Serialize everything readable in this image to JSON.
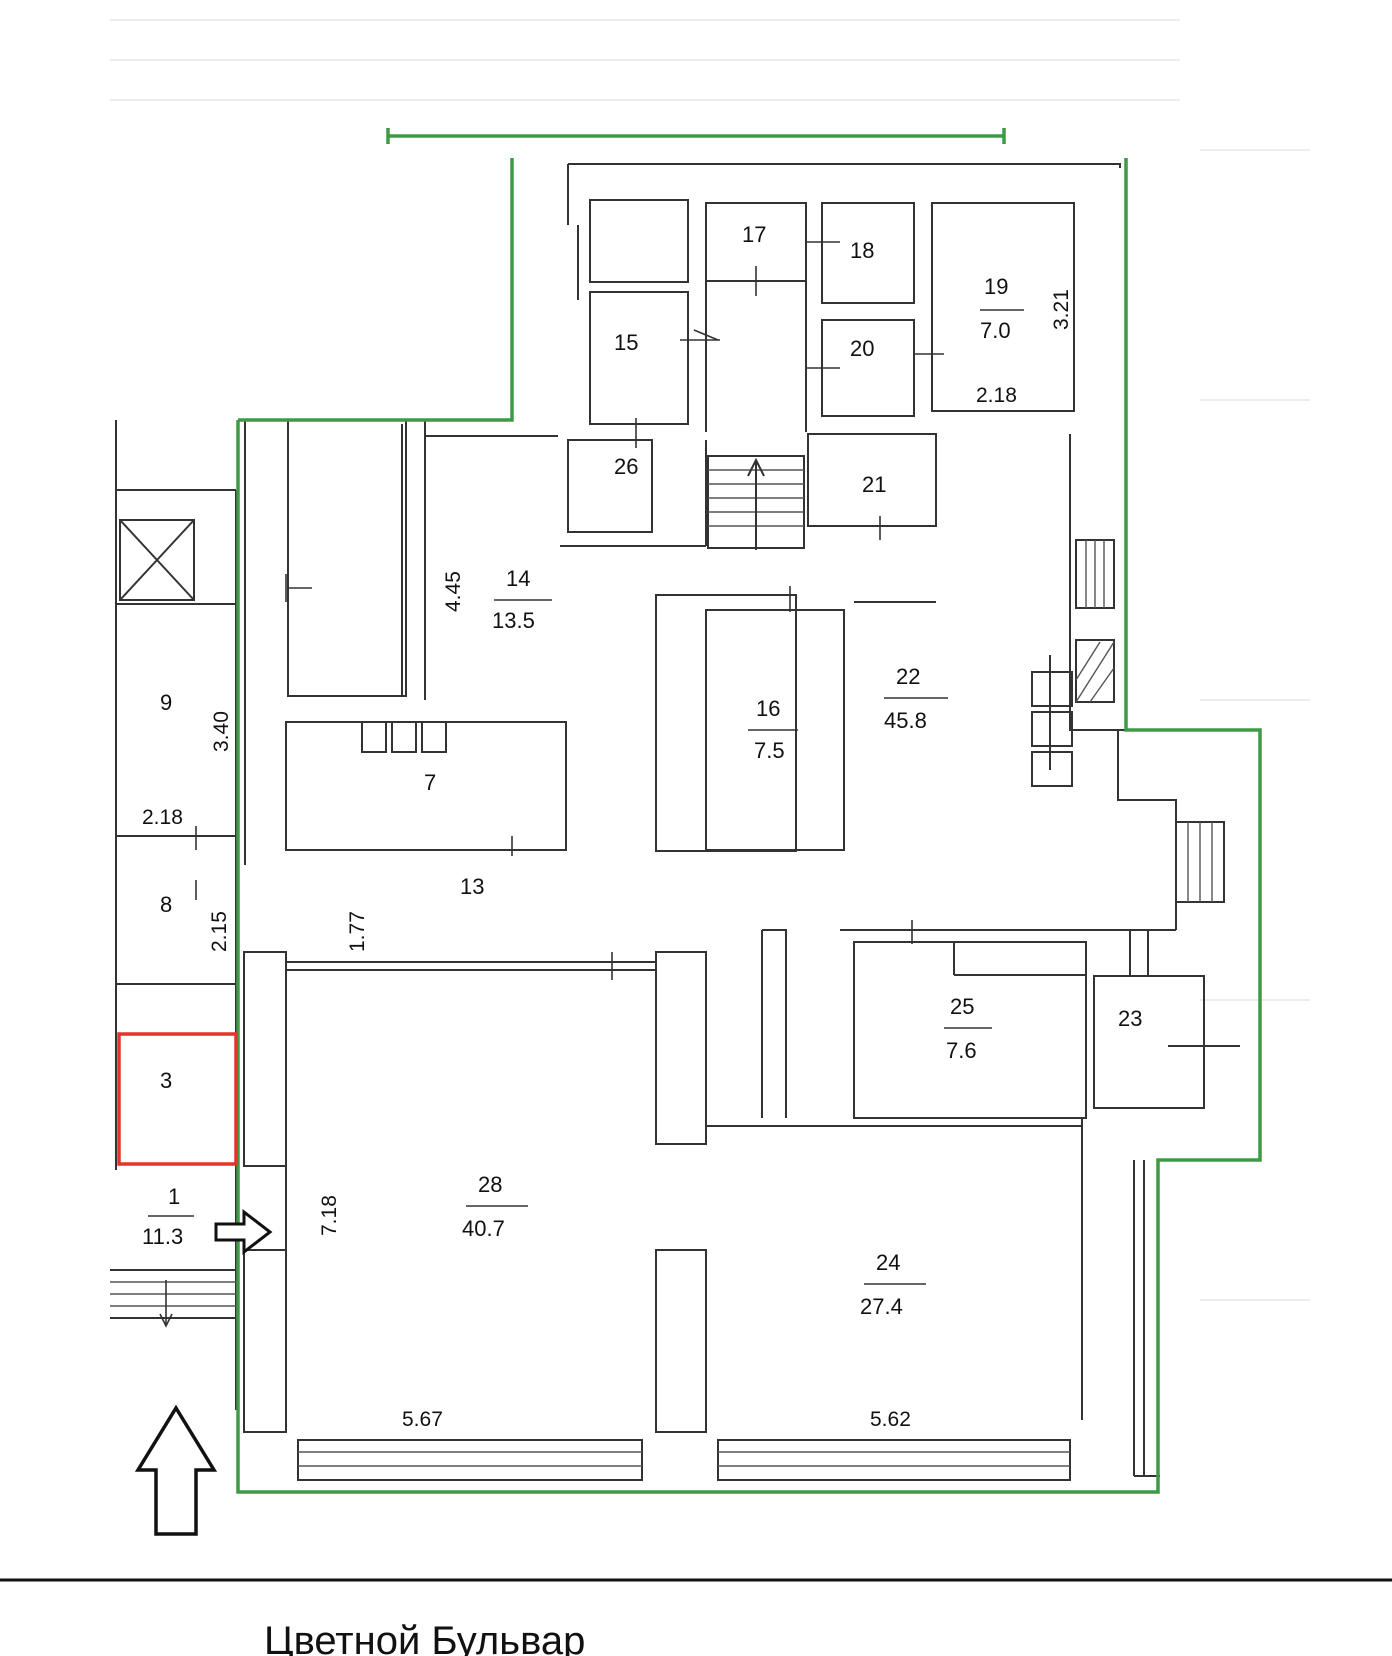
{
  "rooms": {
    "r1": {
      "number": "1",
      "area": "11.3"
    },
    "r3": {
      "number": "3"
    },
    "r7": {
      "number": "7"
    },
    "r8": {
      "number": "8"
    },
    "r9": {
      "number": "9"
    },
    "r13": {
      "number": "13"
    },
    "r14": {
      "number": "14",
      "area": "13.5"
    },
    "r15": {
      "number": "15"
    },
    "r16": {
      "number": "16",
      "area": "7.5"
    },
    "r17": {
      "number": "17"
    },
    "r18": {
      "number": "18"
    },
    "r19": {
      "number": "19",
      "area": "7.0"
    },
    "r20": {
      "number": "20"
    },
    "r21": {
      "number": "21"
    },
    "r22": {
      "number": "22",
      "area": "45.8"
    },
    "r23": {
      "number": "23"
    },
    "r24": {
      "number": "24",
      "area": "27.4"
    },
    "r25": {
      "number": "25",
      "area": "7.6"
    },
    "r26": {
      "number": "26"
    },
    "r28": {
      "number": "28",
      "area": "40.7"
    }
  },
  "dimensions": {
    "d_321": "3.21",
    "d_218_top": "2.18",
    "d_445": "4.45",
    "d_340": "3.40",
    "d_218_left": "2.18",
    "d_215": "2.15",
    "d_177": "1.77",
    "d_718": "7.18",
    "d_567": "5.67",
    "d_562": "5.62"
  },
  "street_name": "Цветной Бульвар",
  "colors": {
    "outline_green": "#3f9a46",
    "highlight_red": "#e0352b",
    "walls": "#333333"
  },
  "icons": [
    "entrance-arrow-icon",
    "street-side-arrow-icon",
    "stair-arrow-icon"
  ]
}
